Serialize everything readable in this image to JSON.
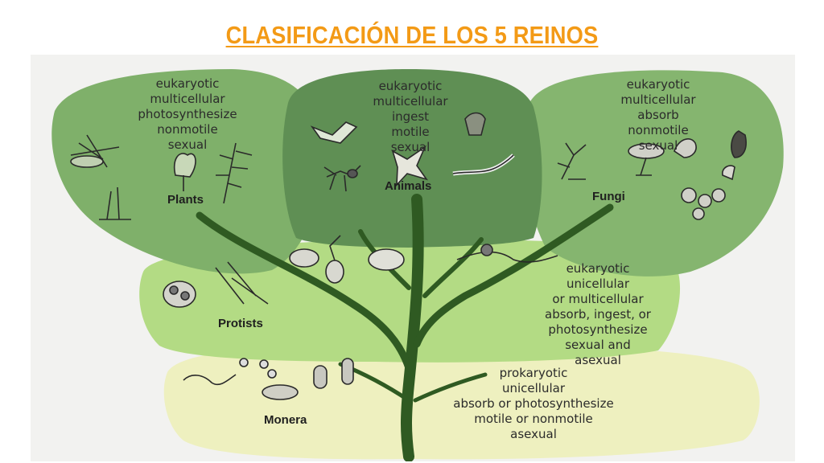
{
  "title": "CLASIFICACIÓN DE LOS 5 REINOS",
  "kingdoms": {
    "plants": {
      "name": "Plants",
      "traits": [
        "eukaryotic",
        "multicellular",
        "photosynthesize",
        "nonmotile",
        "sexual"
      ]
    },
    "animals": {
      "name": "Animals",
      "traits": [
        "eukaryotic",
        "multicellular",
        "ingest",
        "motile",
        "sexual"
      ]
    },
    "fungi": {
      "name": "Fungi",
      "traits": [
        "eukaryotic",
        "multicellular",
        "absorb",
        "nonmotile",
        "sexual"
      ]
    },
    "protists": {
      "name": "Protists",
      "traits": [
        "eukaryotic",
        "unicellular",
        "or multicellular",
        "absorb, ingest, or",
        "photosynthesize",
        "sexual and",
        "asexual"
      ]
    },
    "monera": {
      "name": "Monera",
      "traits": [
        "prokaryotic",
        "unicellular",
        "absorb or photosynthesize",
        "motile or nonmotile",
        "asexual"
      ]
    }
  },
  "colors": {
    "title": "#f39a16",
    "plants_leaf": "#7fb06a",
    "animals_leaf": "#5f8f54",
    "fungi_leaf": "#85b56f",
    "protists_leaf": "#b3db84",
    "monera_leaf": "#eef0bf",
    "tree": "#2f5a22"
  }
}
